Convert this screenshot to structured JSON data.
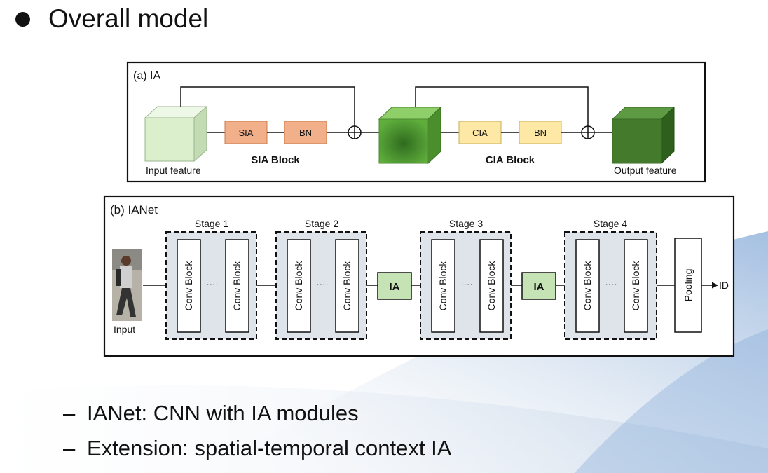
{
  "title": "Overall model",
  "bullets": [
    "IANet: CNN with IA modules",
    "Extension: spatial-temporal context IA"
  ],
  "panel_a": {
    "label": "(a) IA",
    "input_caption": "Input feature",
    "output_caption": "Output feature",
    "sia_block": {
      "caption": "SIA Block",
      "modules": [
        "SIA",
        "BN"
      ]
    },
    "cia_block": {
      "caption": "CIA Block",
      "modules": [
        "CIA",
        "BN"
      ]
    },
    "sum_symbol": "⊕"
  },
  "panel_b": {
    "label": "(b) IANet",
    "input_caption": "Input",
    "stages": [
      {
        "label": "Stage 1",
        "blocks": [
          "Conv Block",
          "Conv Block"
        ],
        "ellipsis": "····"
      },
      {
        "label": "Stage 2",
        "blocks": [
          "Conv Block",
          "Conv Block"
        ],
        "ellipsis": "····"
      },
      {
        "label": "Stage 3",
        "blocks": [
          "Conv Block",
          "Conv Block"
        ],
        "ellipsis": "····"
      },
      {
        "label": "Stage 4",
        "blocks": [
          "Conv Block",
          "Conv Block"
        ],
        "ellipsis": "····"
      }
    ],
    "ia_modules": [
      "IA",
      "IA"
    ],
    "pooling": "Pooling",
    "output": "ID"
  },
  "colors": {
    "sia_fill": "#f2b08a",
    "cia_fill": "#fde8a6",
    "ia_fill": "#c6e3b5",
    "stage_fill": "#dfe3ea"
  }
}
